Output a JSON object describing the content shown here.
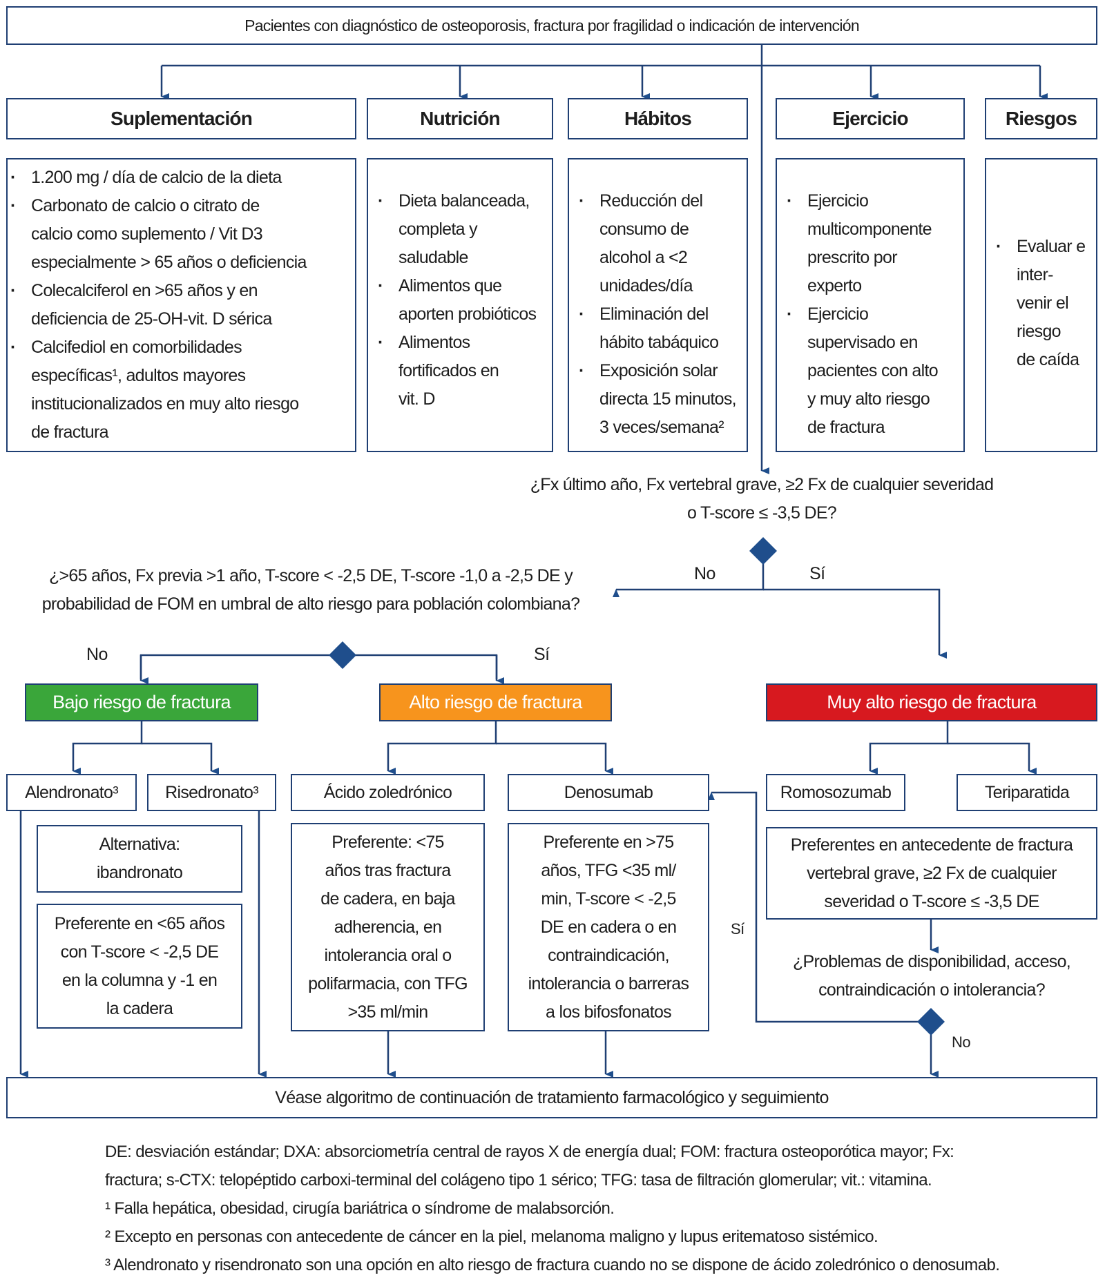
{
  "top": "Pacientes con diagnóstico de osteoporosis, fractura por fragilidad o indicación de intervención",
  "categories": [
    {
      "title": "Suplementación",
      "items": [
        [
          "1.200 mg / día de calcio de  la dieta"
        ],
        [
          "Carbonato de calcio o citrato de",
          "calcio como suplemento / Vit D3",
          "especialmente > 65 años o deficiencia"
        ],
        [
          "Colecalciferol en >65 años y en",
          "deficiencia de 25-OH-vit. D sérica"
        ],
        [
          "Calcifediol en comorbilidades",
          "específicas¹, adultos mayores",
          "institucionalizados en muy alto riesgo",
          "de fractura"
        ]
      ]
    },
    {
      "title": "Nutrición",
      "items": [
        [
          "Dieta balanceada,",
          "completa y",
          "saludable"
        ],
        [
          "Alimentos que",
          "aporten probióticos"
        ],
        [
          "Alimentos",
          "fortificados en",
          "vit. D"
        ]
      ]
    },
    {
      "title": "Hábitos",
      "items": [
        [
          "Reducción del",
          "consumo de",
          "alcohol a <2",
          "unidades/día"
        ],
        [
          "Eliminación del",
          "hábito tabáquico"
        ],
        [
          "Exposición solar",
          "directa 15 minutos,",
          "3 veces/semana²"
        ]
      ]
    },
    {
      "title": "Ejercicio",
      "items": [
        [
          "Ejercicio",
          "multicomponente",
          "prescrito por",
          "experto"
        ],
        [
          "Ejercicio",
          "supervisado en",
          "pacientes con alto",
          "y muy alto riesgo",
          "de fractura"
        ]
      ]
    },
    {
      "title": "Riesgos",
      "items": [
        [
          "Evaluar e",
          "inter-",
          "venir el",
          "riesgo",
          "de caída"
        ]
      ]
    }
  ],
  "q1": [
    "¿Fx último año, Fx vertebral grave, ≥2 Fx de cualquier severidad",
    "o T-score ≤ -3,5 DE?"
  ],
  "q2": [
    "¿>65 años, Fx previa >1 año, T-score < -2,5 DE, T-score -1,0 a -2,5 DE y",
    "probabilidad de FOM en umbral de alto riesgo para población colombiana?"
  ],
  "q3": [
    "¿Problemas de disponibilidad, acceso,",
    "contraindicación o intolerancia?"
  ],
  "labels": {
    "no": "No",
    "si": "Sí"
  },
  "risk": {
    "low": {
      "label": "Bajo riesgo de fractura",
      "color": "#3aa63a"
    },
    "high": {
      "label": "Alto riesgo de fractura",
      "color": "#f7941d"
    },
    "very_high": {
      "label": "Muy alto riesgo de fractura",
      "color": "#d7191f"
    }
  },
  "drugs": {
    "alendronato": "Alendronato³",
    "risedronato": "Risedronato³",
    "zoledronico": "Ácido zoledrónico",
    "denosumab": "Denosumab",
    "romosozumab": "Romosozumab",
    "teriparatida": "Teriparatida"
  },
  "notes": {
    "alternativa": [
      "Alternativa:",
      "ibandronato"
    ],
    "bifos": [
      "Preferente en <65 años",
      "con T-score < -2,5 DE",
      "en la columna y -1 en",
      "la cadera"
    ],
    "zoledronico": [
      "Preferente: <75",
      "años tras fractura",
      "de cadera, en baja",
      "adherencia, en",
      "intolerancia oral o",
      "polifarmacia, con TFG",
      ">35 ml/min"
    ],
    "denosumab": [
      "Preferente en >75",
      "años, TFG <35 ml/",
      "min, T-score < -2,5",
      "DE en cadera o en",
      "contraindicación,",
      "intolerancia o barreras",
      "a los bifosfonatos"
    ],
    "anabolic": [
      "Preferentes en antecedente de fractura",
      "vertebral grave, ≥2 Fx de cualquier",
      "severidad o T-score ≤ -3,5 DE"
    ]
  },
  "bottom": "Véase algoritmo de continuación de tratamiento farmacológico y seguimiento",
  "footnotes": [
    "DE: desviación estándar; DXA: absorciometría central de rayos X de energía dual; FOM: fractura osteoporótica mayor; Fx:",
    "fractura; s-CTX: telopéptido carboxi-terminal del colágeno tipo 1 sérico; TFG: tasa de filtración glomerular; vit.: vitamina.",
    "¹ Falla hepática, obesidad, cirugía bariátrica o síndrome de malabsorción.",
    "² Excepto en personas con antecedente de cáncer en la piel, melanoma maligno y lupus eritematoso sistémico.",
    "³ Alendronato y risendronato son una opción en alto riesgo de fractura cuando no se dispone de ácido zoledrónico o denosumab."
  ],
  "colors": {
    "line": "#1f3f73",
    "diamond": "#1f4e8c"
  }
}
